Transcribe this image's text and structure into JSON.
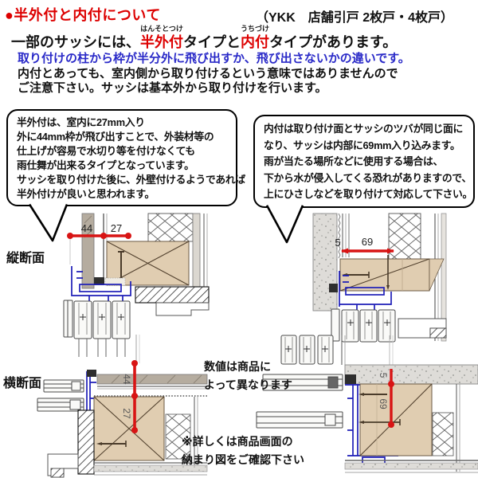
{
  "header": {
    "title": "●半外付と内付について",
    "product": "（YKK　店舗引戸 2枚戸・4枚戸）",
    "intro": {
      "pre": "一部のサッシには、",
      "term1": "半外付",
      "term1_ruby": "はんそとつけ",
      "mid": "タイプと",
      "term2": "内付",
      "term2_ruby": "うちづけ",
      "post": "タイプがあります。"
    },
    "note_blue": "取り付けの柱から枠が半分外に飛び出すか、飛び出さないかの違いです。",
    "note_line2": "内付とあっても、室内側から取り付けるという意味ではありませんので",
    "note_line3": "ご注意下さい。サッシは基本外から取り付けを行います。"
  },
  "bubble_hansoto": {
    "lines": [
      "半外付は、室内に27mm入り",
      "外に44mm枠が飛び出すことで、外装材等の",
      "仕上げが容易で水切り等を付けなくても",
      "雨仕舞が出来るタイプとなっています。",
      "サッシを取り付けた後に、外壁付けるようであれば",
      "半外付けが良いと思われます。"
    ]
  },
  "bubble_uchitsuke": {
    "lines": [
      "内付は取り付け面とサッシのツバが同じ面に",
      "なり、サッシは内部に69mm入り込みます。",
      "雨が当たる場所などに使用する場合は、",
      "下から水が侵入してくる恐れがありますので、",
      "上にひさしなどを取り付けて対応して下さい。"
    ]
  },
  "sections": {
    "vertical": "縦断面",
    "horizontal": "横断面"
  },
  "notes": {
    "values_line1": "数値は商品に",
    "values_line2": "よって異なります",
    "detail_line1": "※詳しくは商品画面の",
    "detail_line2": "納まり図をご確認下さい"
  },
  "dimensions": {
    "hansoto_outer": "44",
    "hansoto_inner": "27",
    "uchitsuke_lip": "5",
    "uchitsuke_depth": "69"
  },
  "colors": {
    "heading_red": "#dd0000",
    "note_blue": "#2a2ac8",
    "dimension_red": "#d81414",
    "beam_tan": "#e0cdb1",
    "sash_blue": "#1e1eb8"
  }
}
